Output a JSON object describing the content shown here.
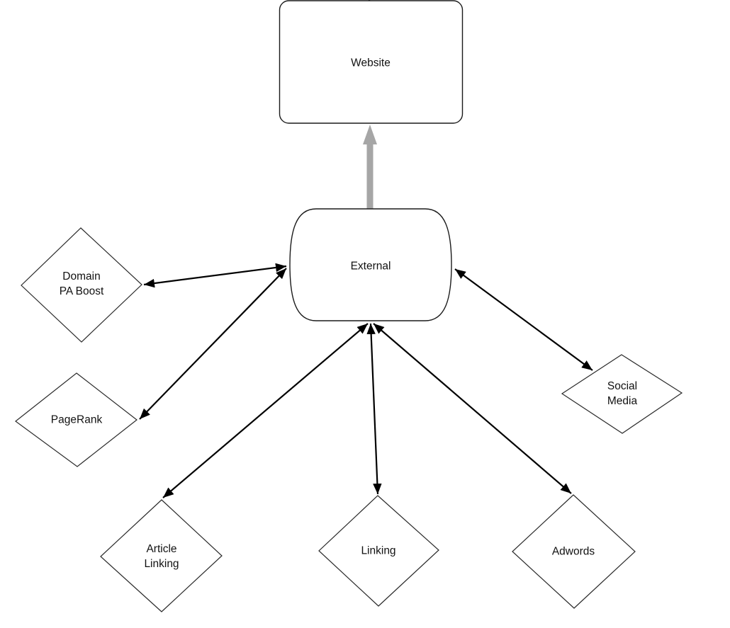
{
  "diagram": {
    "type": "flowchart",
    "colors": {
      "background": "#ffffff",
      "node_stroke": "#1a1a1a",
      "edge_color": "#000000",
      "gray_arrow_color": "#a6a6a6",
      "text_color": "#111111"
    },
    "nodes": [
      {
        "id": "website",
        "shape": "rounded-rectangle",
        "label": "Website"
      },
      {
        "id": "external",
        "shape": "rounded-process",
        "label": "External"
      },
      {
        "id": "domain-pa-boost",
        "shape": "diamond",
        "label": "Domain\nPA Boost"
      },
      {
        "id": "pagerank",
        "shape": "diamond",
        "label": "PageRank"
      },
      {
        "id": "social-media",
        "shape": "diamond",
        "label": "Social\nMedia"
      },
      {
        "id": "article-linking",
        "shape": "diamond",
        "label": "Article\nLinking"
      },
      {
        "id": "linking",
        "shape": "diamond",
        "label": "Linking"
      },
      {
        "id": "adwords",
        "shape": "diamond",
        "label": "Adwords"
      }
    ],
    "edges": [
      {
        "from": "external",
        "to": "website",
        "type": "one-way",
        "style": "thick-gray"
      },
      {
        "from": "external",
        "to": "domain-pa-boost",
        "type": "two-way",
        "style": "thin-black"
      },
      {
        "from": "external",
        "to": "pagerank",
        "type": "two-way",
        "style": "thin-black"
      },
      {
        "from": "external",
        "to": "article-linking",
        "type": "two-way",
        "style": "thin-black"
      },
      {
        "from": "external",
        "to": "linking",
        "type": "two-way",
        "style": "thin-black"
      },
      {
        "from": "external",
        "to": "adwords",
        "type": "two-way",
        "style": "thin-black"
      },
      {
        "from": "external",
        "to": "social-media",
        "type": "two-way",
        "style": "thin-black"
      }
    ]
  }
}
